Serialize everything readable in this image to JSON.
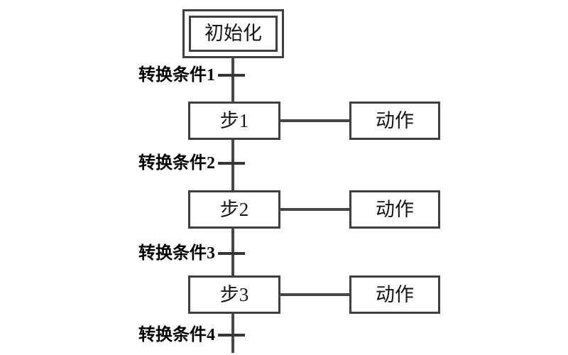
{
  "diagram": {
    "type": "sfc-flow-diagram",
    "init_step": {
      "label": "初始化"
    },
    "steps": [
      {
        "label": "步1"
      },
      {
        "label": "步2"
      },
      {
        "label": "步3"
      }
    ],
    "actions": [
      {
        "label": "动作"
      },
      {
        "label": "动作"
      },
      {
        "label": "动作"
      }
    ],
    "transitions": [
      {
        "label": "转换条件1"
      },
      {
        "label": "转换条件2"
      },
      {
        "label": "转换条件3"
      },
      {
        "label": "转换条件4"
      }
    ],
    "colors": {
      "line": "#464646",
      "border": "#3f3f3f",
      "text": "#141414",
      "background": "#ffffff"
    }
  }
}
